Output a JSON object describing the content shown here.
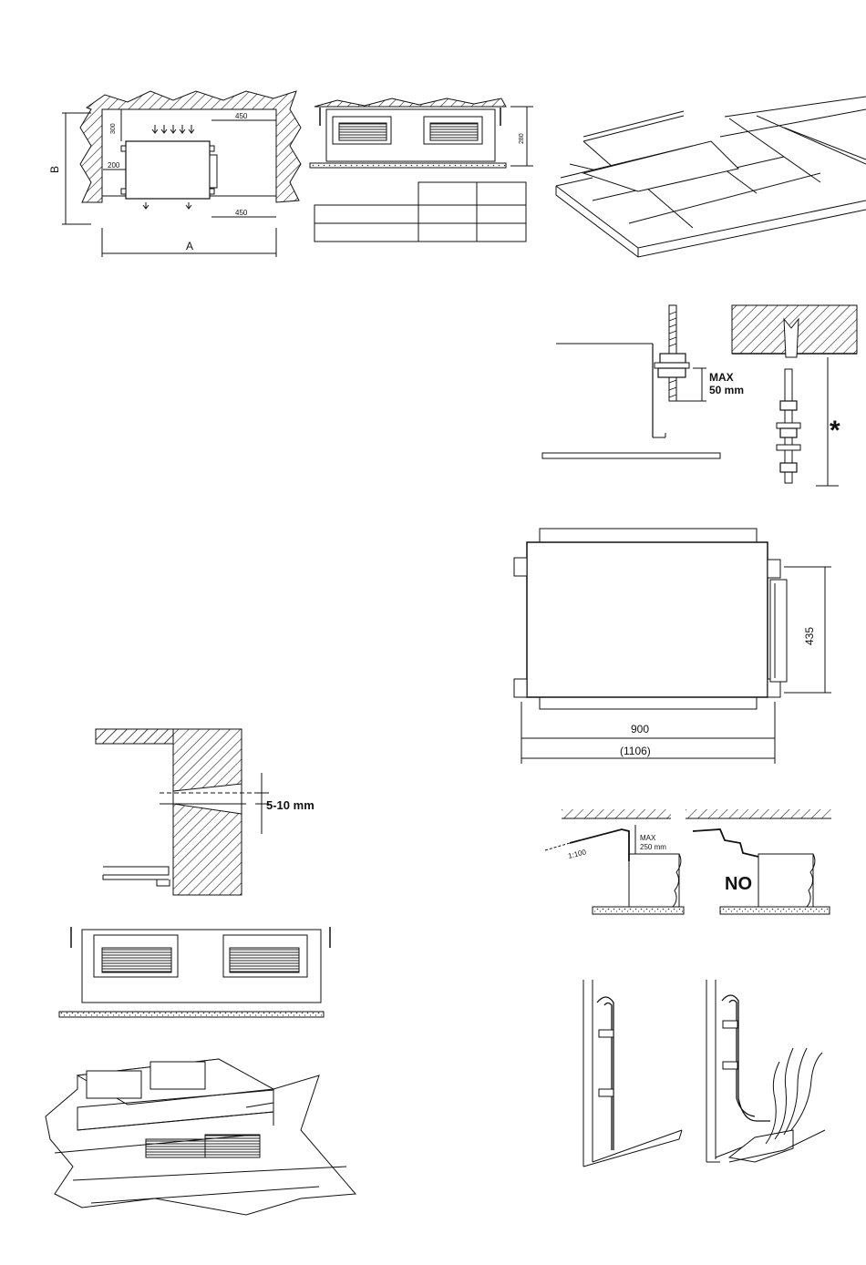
{
  "fig_clearance": {
    "dim_top": "300",
    "dim_right_top": "450",
    "dim_left": "200",
    "dim_right_bottom": "450",
    "label_a": "A",
    "label_b": "B"
  },
  "fig_side_view": {
    "dim_height": "280"
  },
  "fig_rod": {
    "max_line1": "MAX",
    "max_line2": "50 mm",
    "asterisk": "*"
  },
  "fig_plan": {
    "dim_height": "435",
    "dim_width": "900",
    "dim_width_total": "(1106)"
  },
  "fig_wall": {
    "slope": "5-10 mm"
  },
  "fig_drain": {
    "slope_ratio": "1:100",
    "max_line1": "MAX",
    "max_line2": "250 mm",
    "no_label": "NO"
  }
}
